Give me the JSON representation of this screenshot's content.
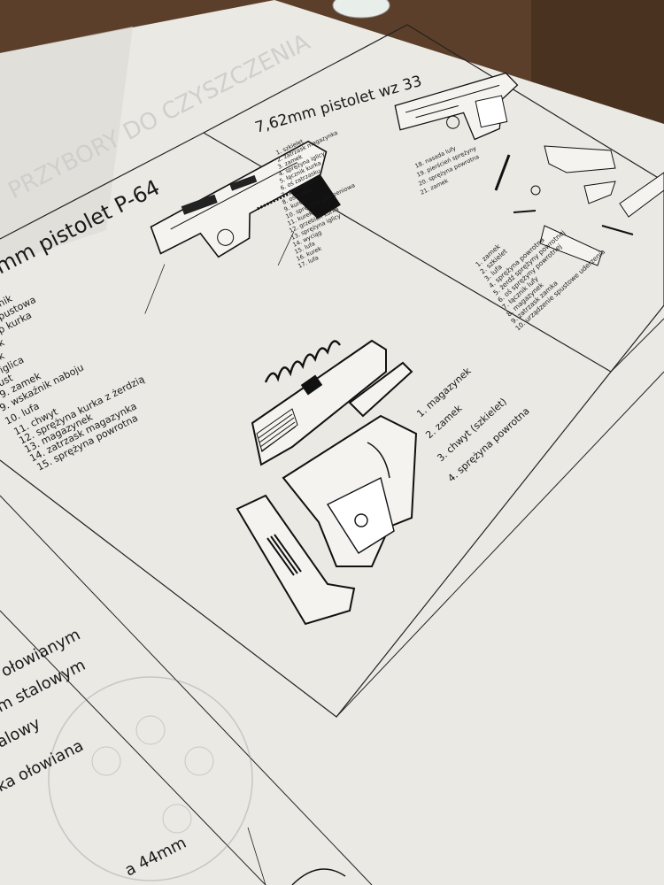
{
  "poster": {
    "faint_header": "PRZYBORY DO CZYSZCZENIA",
    "p64": {
      "title": "mm pistolet  P-64",
      "parts": [
        "nik",
        "pustowa",
        "p kurka",
        "k",
        "k",
        "iglica",
        "ust",
        "9. zamek",
        "9. wskaźnik naboju",
        "10. lufa",
        "11. chwyt",
        "12. sprężyna kurka z żerdzią",
        "13. magazynek",
        "14. zatrzask magazynka",
        "15. sprężyna powrotna"
      ]
    },
    "wz33": {
      "title": "7,62mm pistolet wz 33",
      "parts_left": [
        "1. szkielet",
        "2. zatrzask magazynka",
        "3. zamek",
        "4. sprężyna iglicy",
        "5. łącznik kurka",
        "6. oś zatrzasku",
        "7. przerywacz",
        "8. oś kurka",
        "9. kurek",
        "10. sprężyna uderzeniowa",
        "11. kurek",
        "12. grzebień kurka",
        "13. sprężyna iglicy",
        "14. wyciąg",
        "15. lufa",
        "16. kurek",
        "17. lufa"
      ],
      "parts_right": [
        "18. nasada lufy",
        "19. pierścień sprężyny",
        "20. sprężyna powrotna",
        "21. zamek"
      ],
      "disassembly_list": [
        "1. zamek",
        "2. szkielet",
        "3. lufa",
        "4. sprężyna powrotna",
        "5. żerdź sprężyny powrotnej",
        "6. oś sprężyny powrotnej",
        "7. łącznik lufy",
        "8. magazynek",
        "9. zatrzask zamka",
        "10. urządzenie spustowe uderzenia"
      ]
    },
    "exploded": {
      "parts": [
        "1. magazynek",
        "2. zamek",
        "3. chwyt (szkielet)",
        "4. sprężyna powrotna"
      ]
    },
    "ammo_lines": [
      "ołowianym",
      "m stalowym",
      "alowy",
      "ka ołowiana"
    ],
    "caliber_label": "a 44mm"
  }
}
